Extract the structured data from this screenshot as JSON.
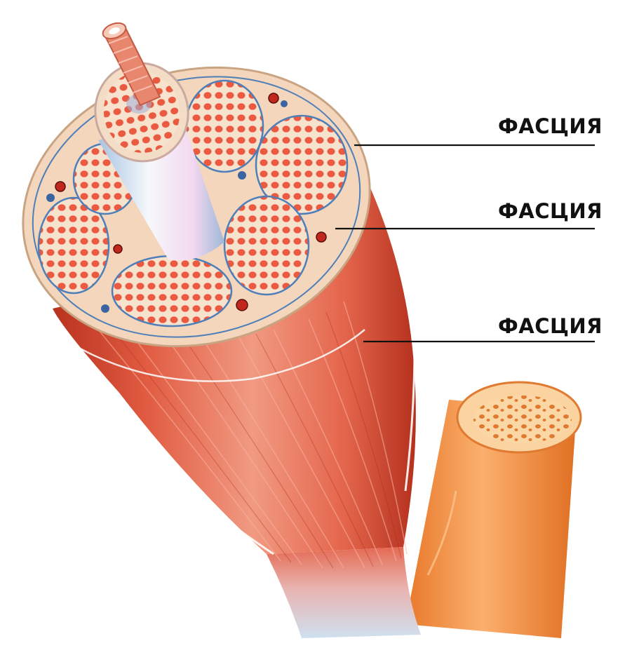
{
  "labels": [
    {
      "text": "ФАСЦИЯ"
    },
    {
      "text": "ФАСЦИЯ"
    },
    {
      "text": "ФАСЦИЯ"
    }
  ],
  "colors": {
    "muscle_red": "#d94a36",
    "muscle_light": "#ef8f78",
    "fascicle_fill": "#f4dcc3",
    "fiber_red": "#e8573f",
    "connective_blue": "#3d6fa8",
    "tendon_white": "#e6edf4",
    "bone_orange": "#f08a3a",
    "nerve_white": "#dfe9f5",
    "label_line": "#111111"
  }
}
